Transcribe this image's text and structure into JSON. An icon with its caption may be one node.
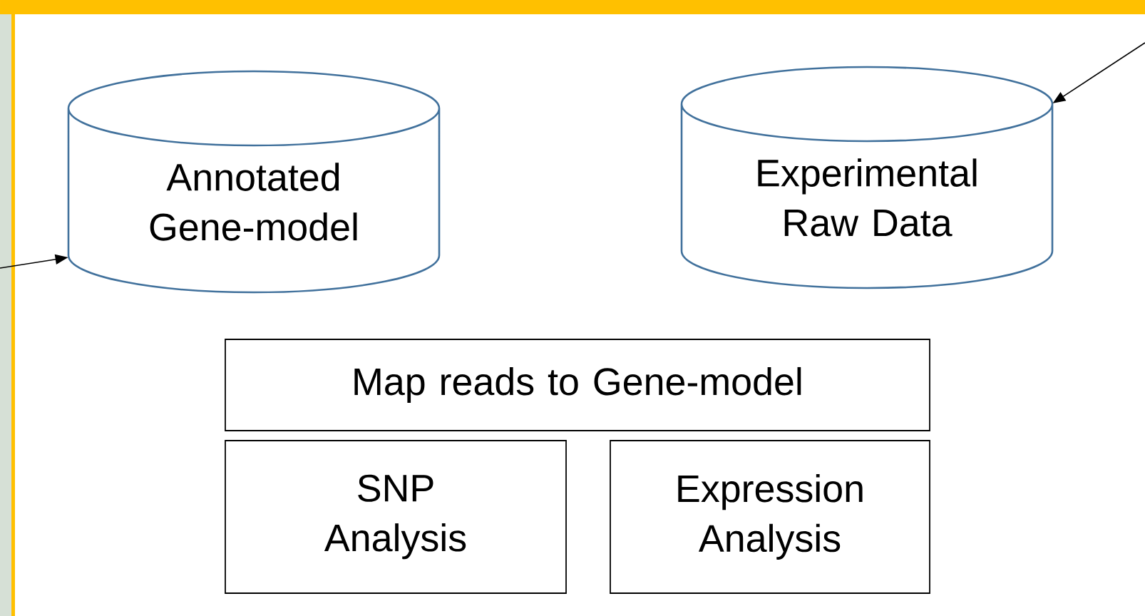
{
  "diagram": {
    "nodes": [
      {
        "text": [
          "Annotated Gene-model"
        ]
      },
      {
        "text": [
          "Experimental Raw Data"
        ]
      },
      {
        "text": [
          "Map reads to Gene-model"
        ]
      },
      {
        "text": [
          "SNP Analysis"
        ]
      },
      {
        "text": [
          "Expression Analysis"
        ]
      }
    ],
    "edges": [
      {
        "from": null,
        "to": 0,
        "arrow": "to"
      },
      {
        "from": null,
        "to": 1,
        "arrow": "to"
      }
    ]
  }
}
